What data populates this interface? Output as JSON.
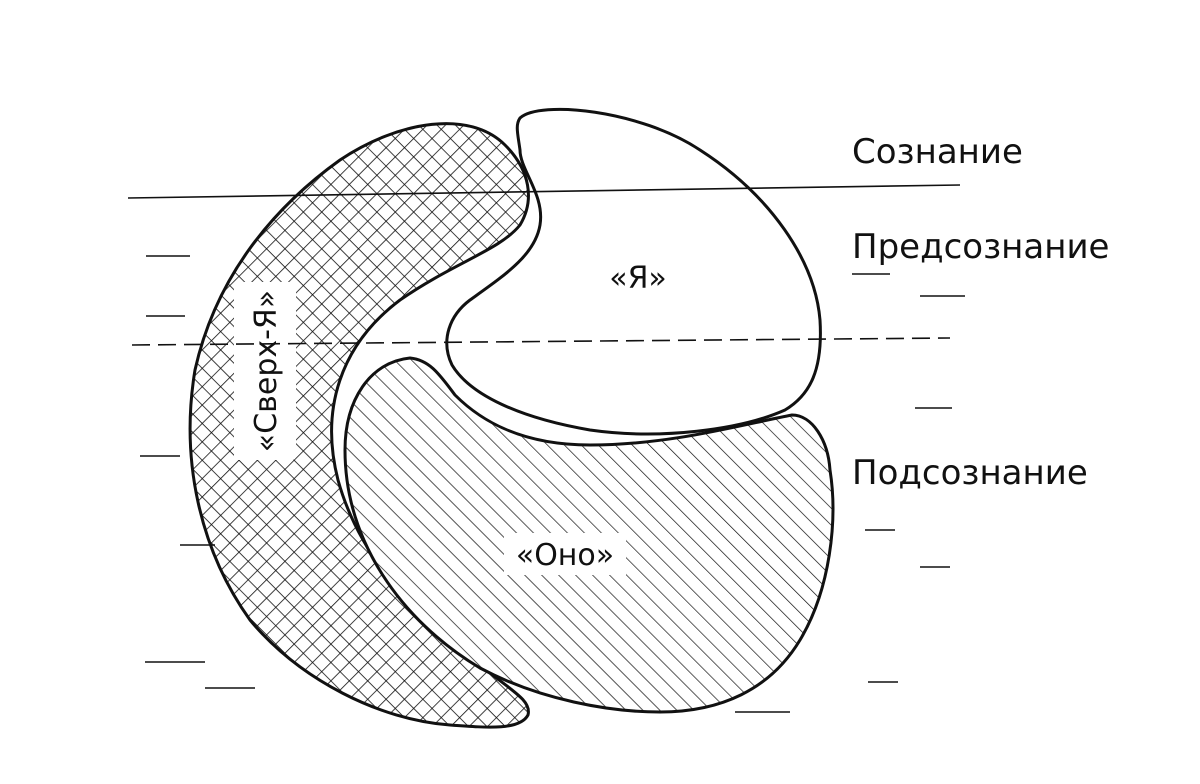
{
  "levels": {
    "conscious": "Сознание",
    "preconscious": "Предсознание",
    "unconscious": "Подсознание"
  },
  "regions": {
    "ego": "«Я»",
    "id": "«Оно»",
    "superego": "«Сверх-Я»"
  },
  "colors": {
    "ink": "#111111",
    "paper": "#ffffff"
  }
}
